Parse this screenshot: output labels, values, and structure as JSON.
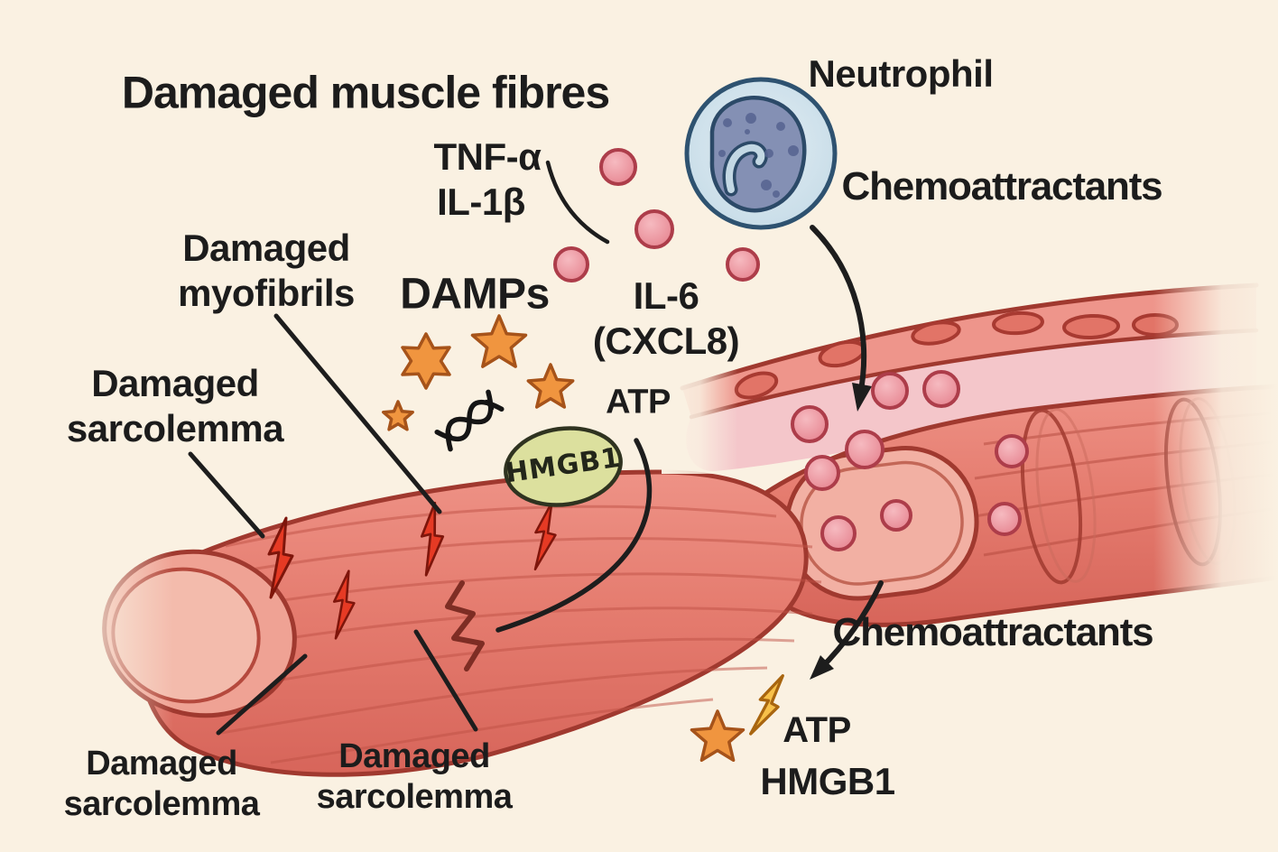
{
  "figure": {
    "title": "Damaged muscle fibres",
    "type": "medical illustration: damaged muscle fibre releasing DAMPs and chemoattractants recruiting a neutrophil from a blood vessel"
  },
  "labels": {
    "title": "Damaged muscle fibres",
    "tnf": "TNF-α",
    "il1b": "IL-1β",
    "neutrophil": "Neutrophil",
    "chemoattractants_top": "Chemoattractants",
    "damps": "DAMPs",
    "il6": "IL-6",
    "cxcl8": "(CXCL8)",
    "atp_mid": "ATP",
    "hmgb1_badge": "HMGB1",
    "myofibrils_l1": "Damaged",
    "myofibrils_l2": "myofibrils",
    "sarcolemma_upper_l1": "Damaged",
    "sarcolemma_upper_l2": "sarcolemma",
    "sarcolemma_bottom_left_l1": "Damaged",
    "sarcolemma_bottom_left_l2": "sarcolemma",
    "sarcolemma_bottom_mid_l1": "Damaged",
    "sarcolemma_bottom_mid_l2": "sarcolemma",
    "chemoattractants_bottom": "Chemoattractants",
    "atp_bottom": "ATP",
    "hmgb1_bottom": "HMGB1"
  },
  "colors": {
    "background": "#faf1e2",
    "text": "#1c1c1c",
    "muscle_fill": "#e77f72",
    "muscle_outline": "#a0392f",
    "muscle_cap": "#f3bbac",
    "lightning_red": "#e63a24",
    "lightning_yellow": "#f7c04a",
    "damp_star_orange": "#f0953f",
    "cytokine_pink": "#ee97a0",
    "vessel_wall": "#ee958b",
    "vessel_lumen": "#f4c6ca",
    "endothelial_nucleus": "#e27467",
    "neutrophil_cytoplasm": "#c9dde8",
    "neutrophil_nucleus": "#8490b4",
    "hmgb1_badge_fill": "#dce09e"
  },
  "icons": {
    "star-icon": "orange DAMP star burst",
    "lightning-icon": "red damage lightning bolt",
    "yellow-lightning-icon": "yellow ATP lightning bolt",
    "dna-icon": "hand-drawn DNA double helix",
    "cytokine-dot-icon": "pink circle (cytokine molecule)",
    "neutrophil-icon": "blue cell with multilobed nucleus",
    "arrow-icon": "curved black arrow"
  }
}
